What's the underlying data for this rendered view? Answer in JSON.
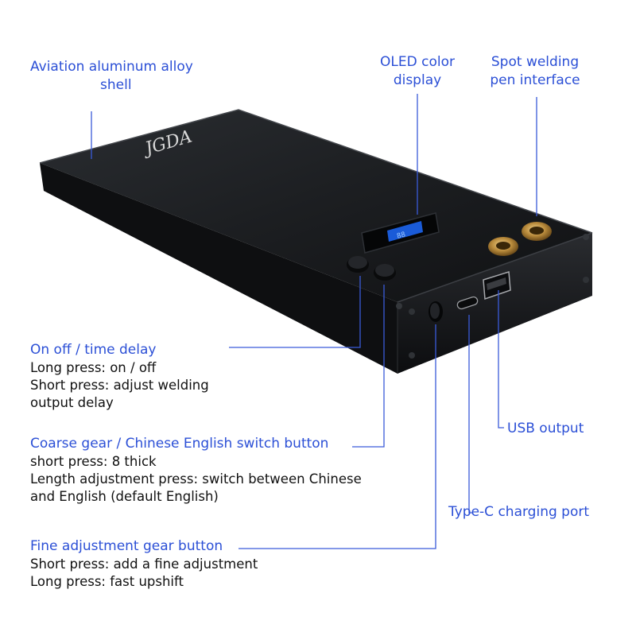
{
  "callouts": {
    "shell": {
      "lines": [
        "Aviation aluminum alloy",
        "shell"
      ]
    },
    "display": {
      "lines": [
        "OLED color",
        "display"
      ]
    },
    "pen": {
      "lines": [
        "Spot welding",
        "pen interface"
      ]
    },
    "onoff": {
      "title": "On off / time delay",
      "lines": [
        "Long press: on / off",
        "Short press: adjust welding",
        "output delay"
      ]
    },
    "coarse": {
      "title": "Coarse gear / Chinese English switch button",
      "lines": [
        "short press: 8 thick",
        "Length adjustment press: switch between Chinese",
        "and English (default English)"
      ]
    },
    "fine": {
      "title": "Fine adjustment gear button",
      "lines": [
        "Short press: add a fine adjustment",
        "Long press: fast upshift"
      ]
    },
    "usb": {
      "title": "USB output"
    },
    "typec": {
      "title": "Type-C charging port"
    }
  },
  "device": {
    "logo_text": "JGDA",
    "screen_text": "88"
  },
  "colors": {
    "callout_text": "#2b4fd6",
    "leader_line": "#3a5bd9",
    "body_dark": "#17191c",
    "brass": "#b98b3c"
  }
}
